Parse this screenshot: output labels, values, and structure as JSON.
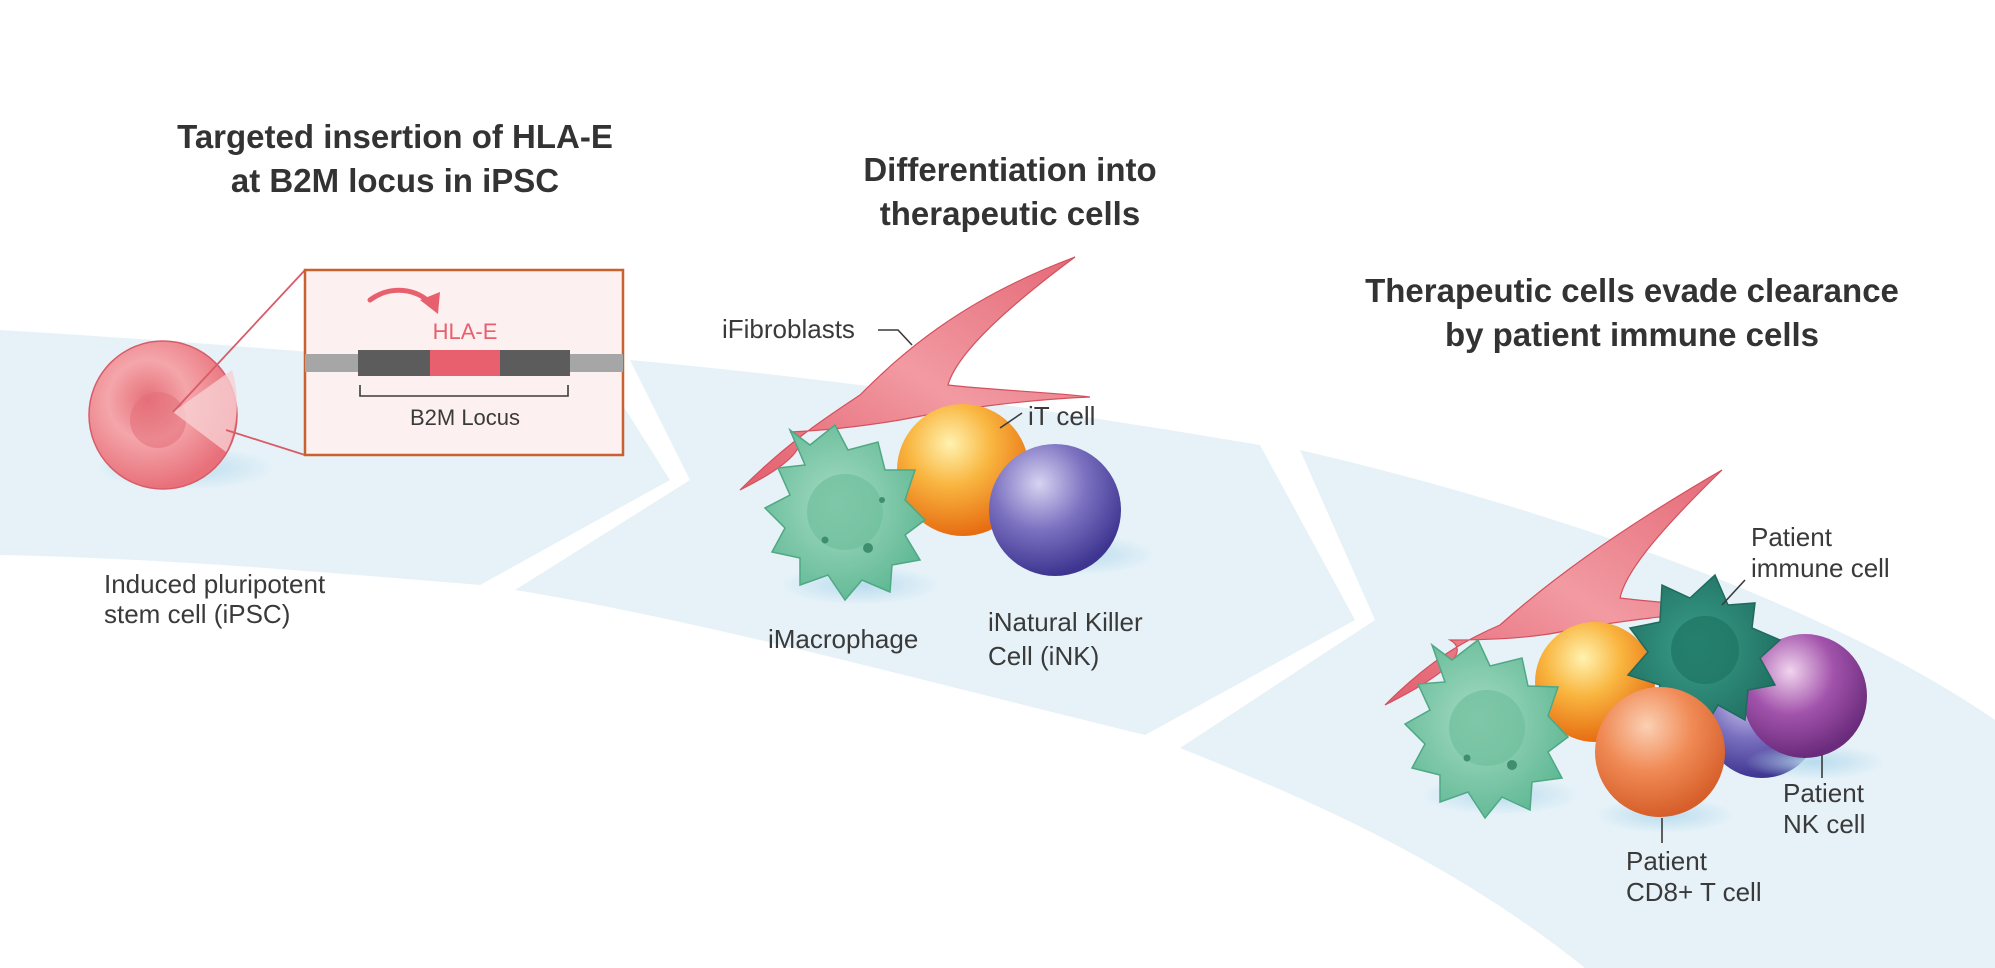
{
  "colors": {
    "band": "#e6f2f8",
    "heading": "#333333",
    "label": "#3a3a3a",
    "insert_box": "#c8612e",
    "hla": "#e8606e",
    "ipsc": "#ee8f95",
    "macrophage": "#7fcaa9",
    "t_cell": "#f59a2d",
    "nk_cell": "#6a5fb0",
    "fibroblast": "#e87a86",
    "patient_immune": "#2a8c7a",
    "patient_nk": "#9a4aa3",
    "patient_cd8": "#ef7f4f"
  },
  "step1": {
    "heading_line1": "Targeted insertion of HLA-E",
    "heading_line2": "at B2M locus in iPSC",
    "ipsc_label_line1": "Induced pluripotent",
    "ipsc_label_line2": "stem cell (iPSC)",
    "insert_label": "HLA-E",
    "locus_label": "B2M Locus"
  },
  "step2": {
    "heading_line1": "Differentiation into",
    "heading_line2": "therapeutic cells",
    "fibroblasts_label": "iFibroblasts",
    "t_cell_label": "iT cell",
    "macrophage_label": "iMacrophage",
    "nk_label_line1": "iNatural Killer",
    "nk_label_line2": "Cell (iNK)"
  },
  "step3": {
    "heading_line1": "Therapeutic cells evade clearance",
    "heading_line2": "by patient immune cells",
    "immune_label_line1": "Patient",
    "immune_label_line2": "immune cell",
    "nk_label_line1": "Patient",
    "nk_label_line2": "NK cell",
    "cd8_label_line1": "Patient",
    "cd8_label_line2": "CD8+ T cell"
  }
}
